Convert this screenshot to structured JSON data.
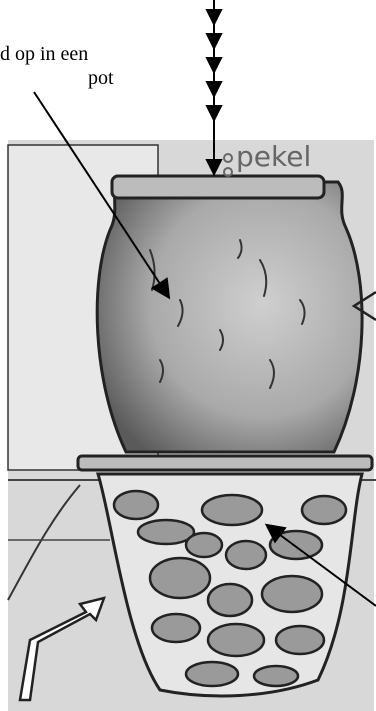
{
  "caption": {
    "line1": "d op in een",
    "line2": "pot"
  },
  "pot_label": "pekel",
  "colors": {
    "ink": "#000000",
    "paper": "#ffffff",
    "background_grey": "#d8d8d8",
    "pot_shade": "#b9b9b9",
    "stone_fill": "#9a9a9a"
  }
}
